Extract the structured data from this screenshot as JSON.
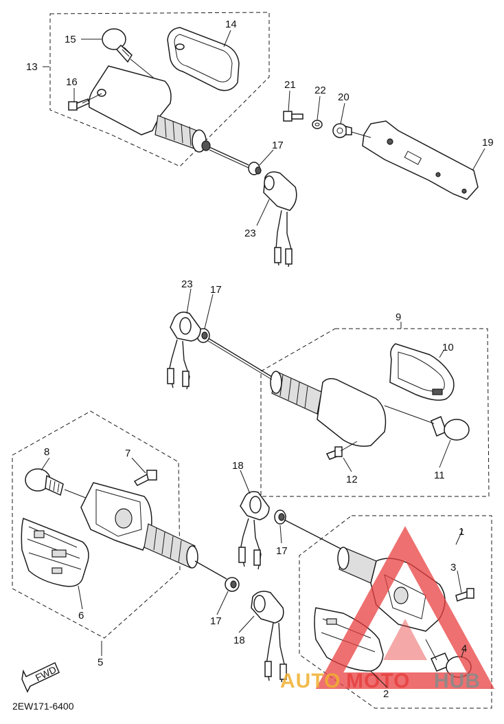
{
  "diagram": {
    "callouts": {
      "c1": "1",
      "c2": "2",
      "c3": "3",
      "c4": "4",
      "c5": "5",
      "c6": "6",
      "c7": "7",
      "c8": "8",
      "c9": "9",
      "c10": "10",
      "c11": "11",
      "c12": "12",
      "c13": "13",
      "c14": "14",
      "c15": "15",
      "c16": "16",
      "c17a": "17",
      "c17b": "17",
      "c17c": "17",
      "c17d": "17",
      "c18a": "18",
      "c18b": "18",
      "c19": "19",
      "c20": "20",
      "c21": "21",
      "c22": "22",
      "c23a": "23",
      "c23b": "23"
    },
    "fwd_label": "FWD",
    "diagram_code": "2EW171-6400"
  },
  "watermark": {
    "text_a": "AUTO",
    "text_b": "MOTO",
    "text_c": "HUB",
    "colors": {
      "orange": "#f0b030",
      "red": "#e84040",
      "gray": "#8a8a8a"
    }
  }
}
